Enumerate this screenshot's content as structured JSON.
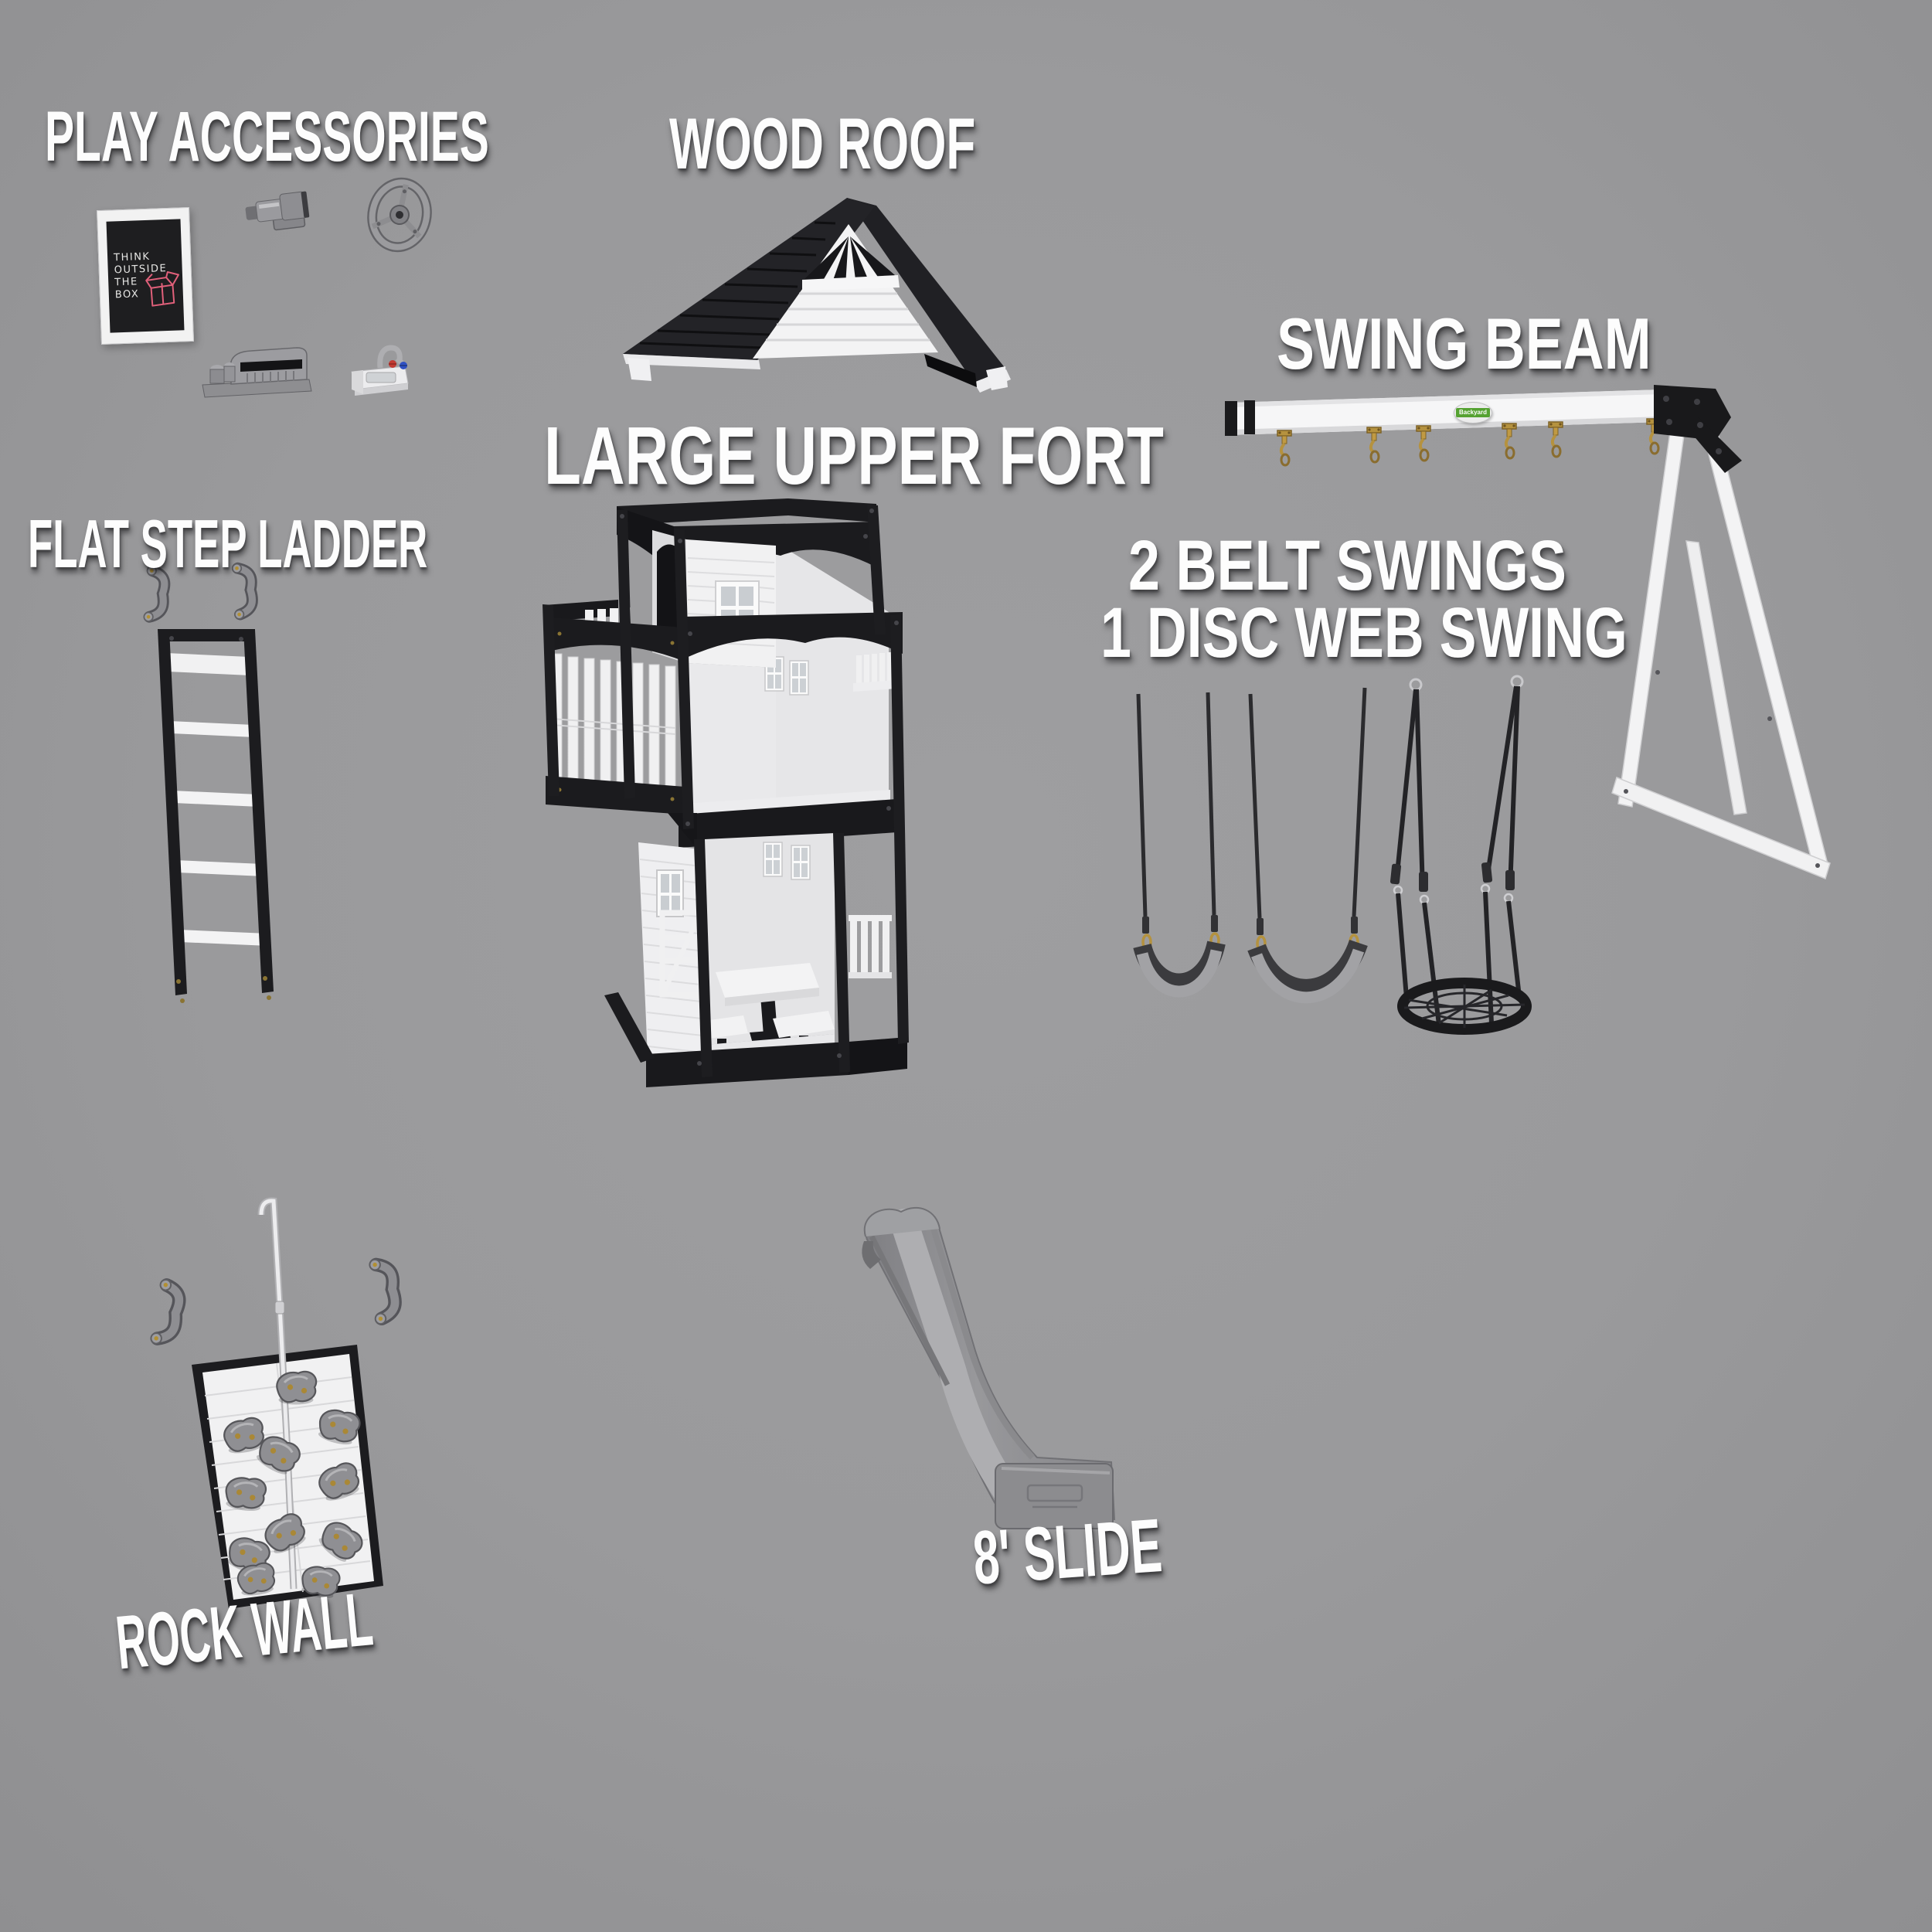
{
  "diagram_title": "Playset exploded components diagram",
  "labels": {
    "play_accessories": "PLAY ACCESSORIES",
    "wood_roof": "WOOD ROOF",
    "swing_beam": "SWING BEAM",
    "large_upper_fort": "LARGE UPPER FORT",
    "flat_step_ladder": "FLAT STEP LADDER",
    "belt_swings": "2 BELT SWINGS",
    "disc_web_swing": "1 DISC WEB SWING",
    "rock_wall": "ROCK WALL",
    "slide": "8' SLIDE"
  },
  "chalkboard": {
    "lines": [
      "THINK",
      "OUTSIDE",
      "THE",
      "BOX"
    ]
  },
  "brand": {
    "logo_text": "Backyard"
  },
  "parts_icons": [
    "chalkboard-icon",
    "telescope-icon",
    "steering-wheel-icon",
    "toy-register-icon",
    "play-sink-icon",
    "grab-handle-icon",
    "ladder-icon",
    "roof-icon",
    "fort-icon",
    "swing-beam-icon",
    "belt-swing-icon",
    "disc-web-swing-icon",
    "rock-wall-icon",
    "slide-icon"
  ],
  "colors": {
    "background": "#9a9a9c",
    "frame_black": "#1b1b1e",
    "wood_white": "#f2f2f3",
    "slide_gray": "#8c8c8f",
    "belt_gray": "#a2a2a5",
    "brass": "#b5923f",
    "logo_green": "#55a231",
    "chalk_pink": "#e0607a",
    "label_white": "#fdfdfd"
  }
}
